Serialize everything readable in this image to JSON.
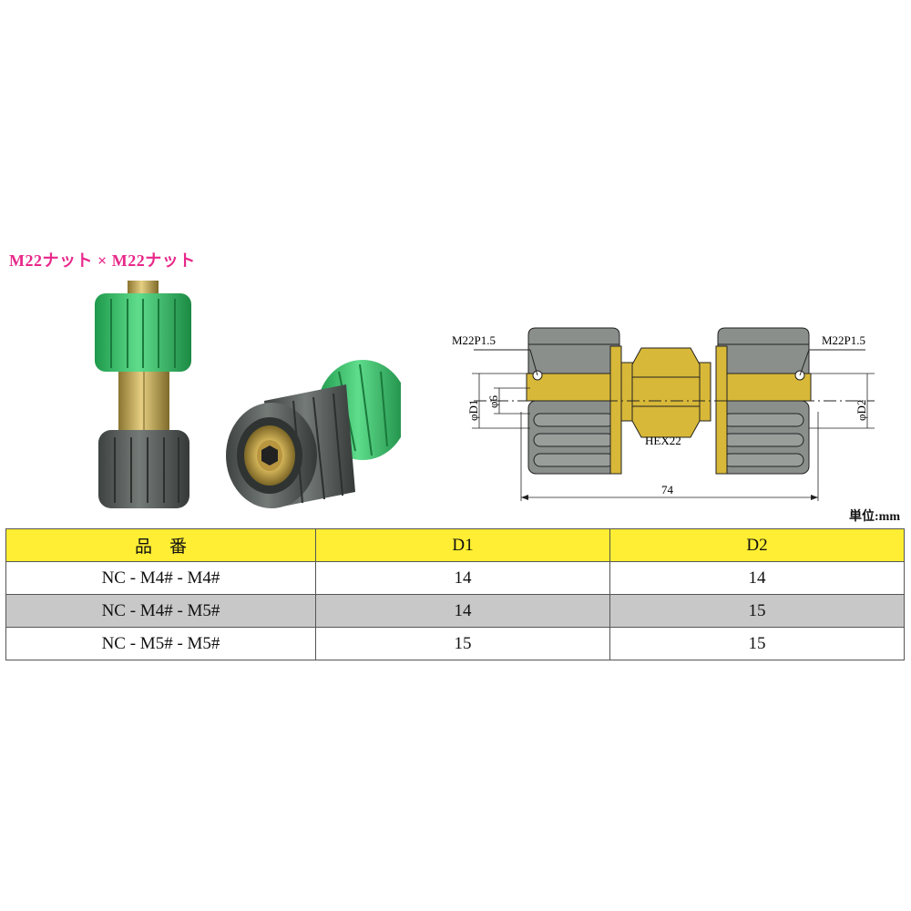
{
  "title": "M22ナット × M22ナット",
  "diagram": {
    "thread_left": "M22P1.5",
    "thread_right": "M22P1.5",
    "d1_label": "φD1",
    "d6_label": "φ6",
    "d2_label": "φD2",
    "hex_label": "HEX22",
    "length_label": "74"
  },
  "unit": "単位:mm",
  "table": {
    "headers": [
      "品　番",
      "D1",
      "D2"
    ],
    "rows": [
      [
        "NC - M4# - M4#",
        "14",
        "14"
      ],
      [
        "NC - M4# - M5#",
        "14",
        "15"
      ],
      [
        "NC - M5# - M5#",
        "15",
        "15"
      ]
    ]
  },
  "colors": {
    "title": "#e8288a",
    "header_bg": "#ffee33",
    "shaded_row": "#c8c8c8",
    "nut_green": "#35c26a",
    "nut_gray": "#5a5f5c",
    "brass": "#c9a94a"
  }
}
